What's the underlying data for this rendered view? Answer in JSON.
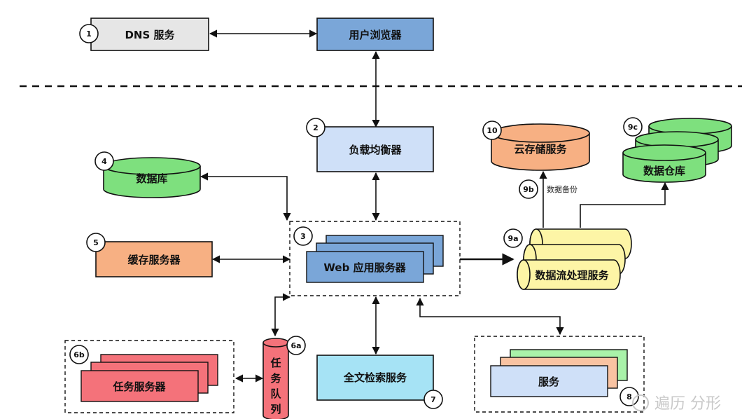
{
  "nodes": {
    "dns": {
      "label": "DNS 服务",
      "badge": "1"
    },
    "browser": {
      "label": "用户浏览器"
    },
    "lb": {
      "label": "负载均衡器",
      "badge": "2"
    },
    "db": {
      "label": "数据库",
      "badge": "4"
    },
    "cache": {
      "label": "缓存服务器",
      "badge": "5"
    },
    "web": {
      "label": "Web 应用服务器",
      "badge": "3"
    },
    "cloud": {
      "label": "云存储服务",
      "badge": "10"
    },
    "warehouse": {
      "label": "数据仓库",
      "badge": "9c"
    },
    "stream": {
      "label": "数据流处理服务",
      "badge": "9a"
    },
    "backup": {
      "label": "数据备份",
      "badge": "9b"
    },
    "task_server": {
      "label": "任务服务器",
      "badge": "6b"
    },
    "queue": {
      "label": "任务队列",
      "badge": "6a"
    },
    "search": {
      "label": "全文检索服务",
      "badge": "7"
    },
    "services": {
      "label": "服务",
      "badge": "8"
    }
  },
  "watermark": {
    "text": "遍历 分形"
  },
  "colors": {
    "gray": "#e6e6e6",
    "blue": "#7aa6d8",
    "light_blue": "#cfe0f8",
    "green": "#7ee07e",
    "orange": "#f7b083",
    "yellow": "#fdf5a6",
    "red": "#f4727a",
    "cyan": "#a6e3f5",
    "peach": "#f9c3a2",
    "light_green": "#a9f2a9"
  }
}
